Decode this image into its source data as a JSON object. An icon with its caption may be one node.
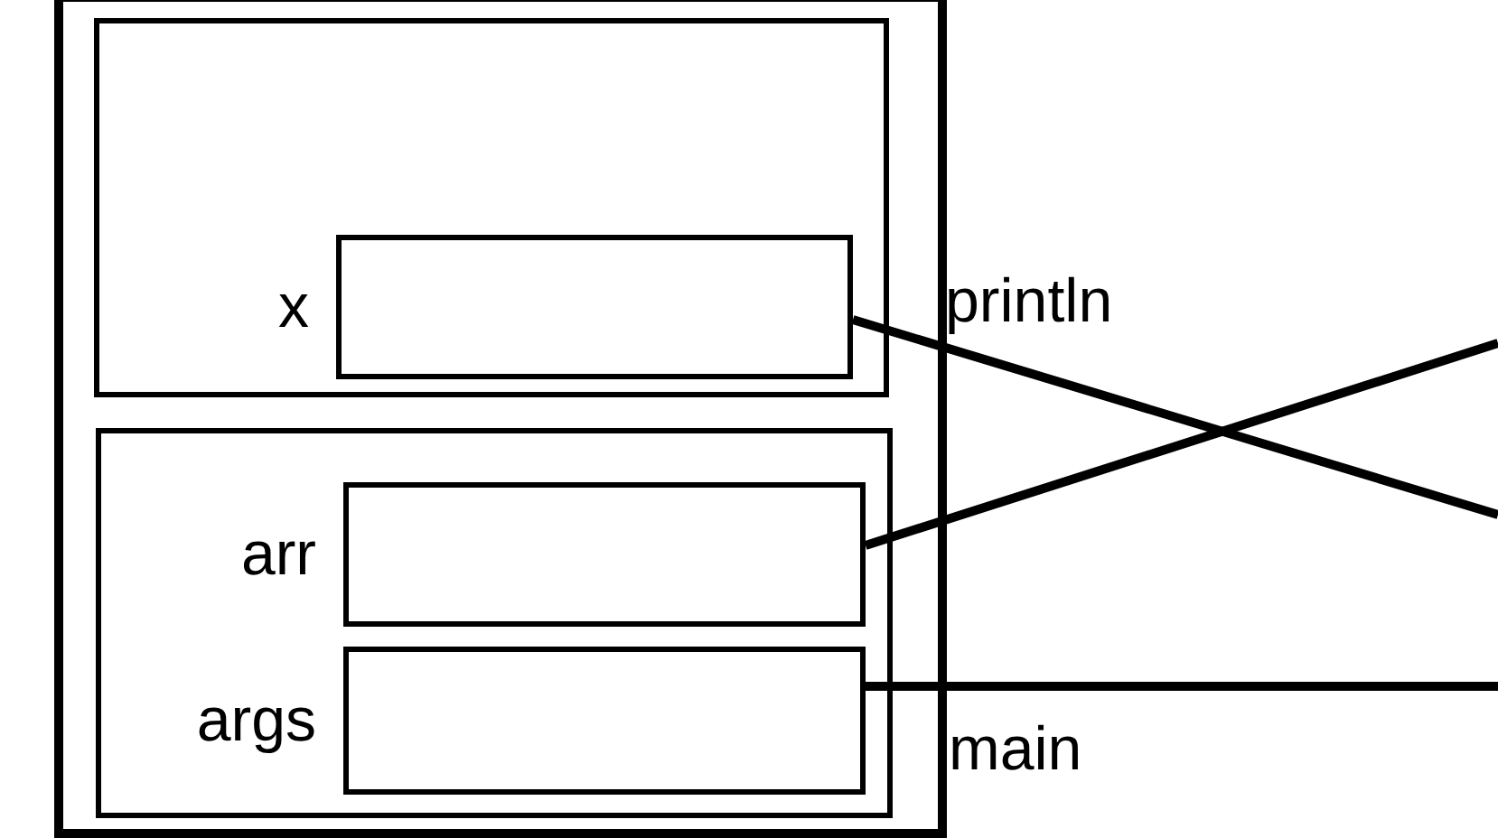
{
  "diagram": {
    "nodes": [
      {
        "text": [],
        "shape": "box"
      },
      {
        "text": [
          "println"
        ],
        "in": 0
      },
      {
        "text": [],
        "shape": "box",
        "beside": [
          "x"
        ],
        "in": 1
      },
      {
        "text": [
          "main"
        ],
        "in": 0
      },
      {
        "text": [],
        "shape": "box",
        "beside": [
          "arr"
        ],
        "in": 3
      },
      {
        "text": [],
        "shape": "box",
        "beside": [
          "args"
        ],
        "in": 3
      }
    ],
    "edges": [
      {
        "from": 2,
        "to": null,
        "arrow": "none"
      },
      {
        "from": 4,
        "to": null,
        "arrow": "none"
      },
      {
        "from": 5,
        "to": null,
        "arrow": "none"
      }
    ]
  }
}
